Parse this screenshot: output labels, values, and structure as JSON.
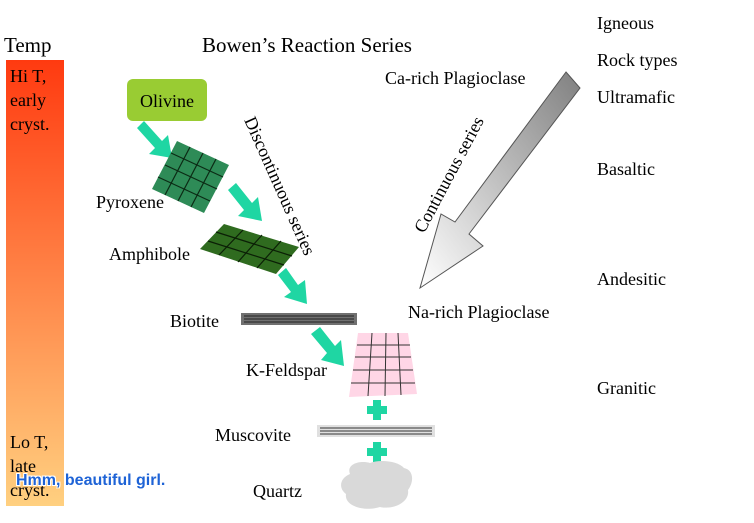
{
  "title": "Bowen’s Reaction Series",
  "temp": {
    "heading": "Temp",
    "hi": [
      "Hi T,",
      "early",
      "cryst."
    ],
    "lo": [
      "Lo T,",
      "late",
      "cryst."
    ]
  },
  "series": {
    "discontinuous": "Discontinuous series",
    "continuous": "Continuous series"
  },
  "minerals": {
    "olivine": "Olivine",
    "pyroxene": "Pyroxene",
    "amphibole": "Amphibole",
    "biotite": "Biotite",
    "k_feldspar": "K-Feldspar",
    "muscovite": "Muscovite",
    "quartz": "Quartz",
    "ca_plagioclase": "Ca-rich Plagioclase",
    "na_plagioclase": "Na-rich Plagioclase"
  },
  "rock_types": {
    "heading1": "Igneous",
    "heading2": "Rock types",
    "ultramafic": "Ultramafic",
    "basaltic": "Basaltic",
    "andesitic": "Andesitic",
    "granitic": "Granitic"
  },
  "caption": "Hmm, beautiful girl.",
  "colors": {
    "hot": "#ff3a10",
    "cool": "#ffd080",
    "arrow": "#1fd6a3",
    "olivine": "#99cc33",
    "pyroxene": "#2e8b57",
    "amphibole": "#2f6b1f",
    "kfeldspar": "#ffd6e6",
    "quartz": "#d9d9d9"
  }
}
